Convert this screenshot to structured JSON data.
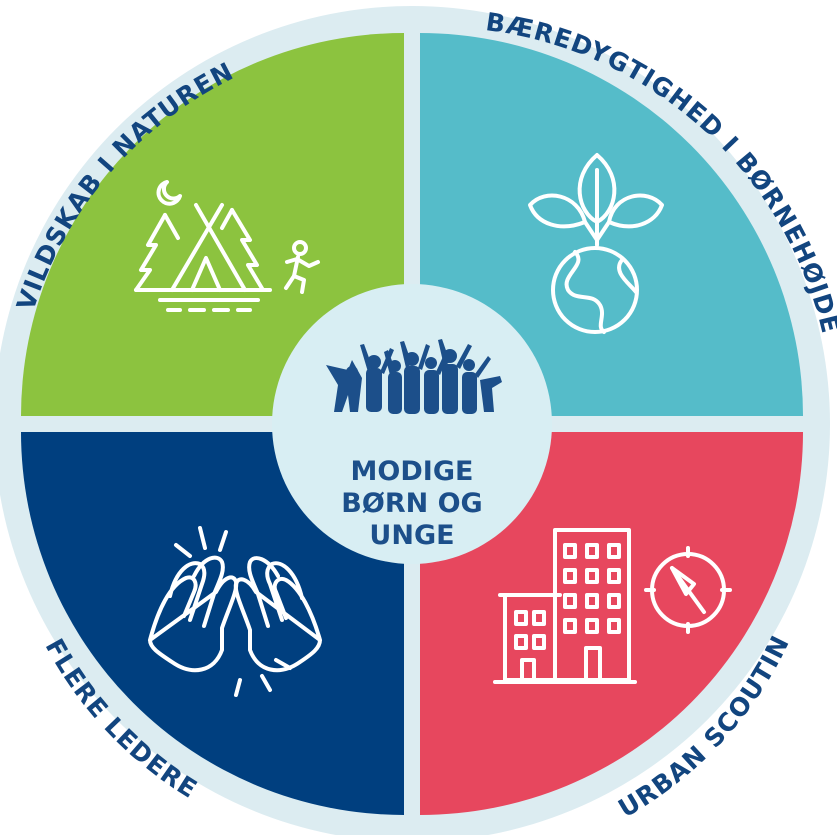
{
  "quadrants": {
    "top_left": {
      "label": "VILDSKAB I NATUREN",
      "color": "#8cc33f",
      "icon": "camp-tent-trees-icon"
    },
    "top_right": {
      "label": "BÆREDYGTIGHED I BØRNEHØJDE",
      "color": "#55bcc9",
      "icon": "sprouting-globe-icon"
    },
    "bottom_right": {
      "label": "URBAN SCOUTING",
      "color": "#e7475e",
      "icon": "city-buildings-compass-icon"
    },
    "bottom_left": {
      "label": "FLERE LEDERE",
      "color": "#003f7f",
      "icon": "high-five-icon"
    }
  },
  "center": {
    "lines": [
      "MODIGE",
      "BØRN OG",
      "UNGE"
    ],
    "icon": "cheering-children-icon",
    "color": "#d8eef3",
    "text_color": "#1c4f8a"
  },
  "ring_color": "#dcecf1",
  "label_color": "#12457f"
}
